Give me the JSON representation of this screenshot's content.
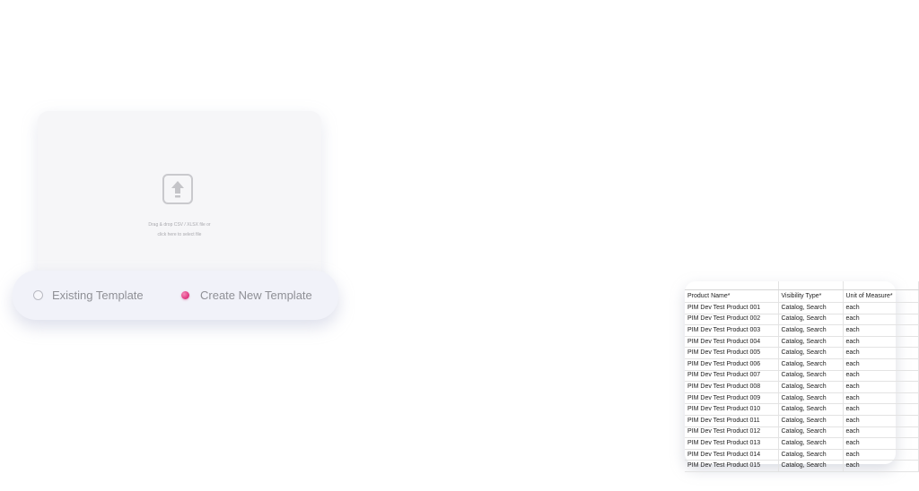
{
  "upload": {
    "icon": "upload-arrow-icon",
    "hint_line_1": "Drag & drop CSV / XLSX file or",
    "hint_line_2": "click here to select file"
  },
  "template_options": [
    {
      "label": "Existing Template",
      "selected": false
    },
    {
      "label": "Create New Template",
      "selected": true
    }
  ],
  "colors": {
    "accent": "#e23d84",
    "pill_background": "#f1f2f9",
    "card_background": "#f6f6f8"
  },
  "sheet": {
    "headers": [
      "Product Name*",
      "Visibility Type*",
      "Unit of Measure*"
    ],
    "rows": [
      [
        "PIM Dev Test Product 001",
        "Catalog, Search",
        "each"
      ],
      [
        "PIM Dev Test Product 002",
        "Catalog, Search",
        "each"
      ],
      [
        "PIM Dev Test Product 003",
        "Catalog, Search",
        "each"
      ],
      [
        "PIM Dev Test Product 004",
        "Catalog, Search",
        "each"
      ],
      [
        "PIM Dev Test Product 005",
        "Catalog, Search",
        "each"
      ],
      [
        "PIM Dev Test Product 006",
        "Catalog, Search",
        "each"
      ],
      [
        "PIM Dev Test Product 007",
        "Catalog, Search",
        "each"
      ],
      [
        "PIM Dev Test Product 008",
        "Catalog, Search",
        "each"
      ],
      [
        "PIM Dev Test Product 009",
        "Catalog, Search",
        "each"
      ],
      [
        "PIM Dev Test Product 010",
        "Catalog, Search",
        "each"
      ],
      [
        "PIM Dev Test Product 011",
        "Catalog, Search",
        "each"
      ],
      [
        "PIM Dev Test Product 012",
        "Catalog, Search",
        "each"
      ],
      [
        "PIM Dev Test Product 013",
        "Catalog, Search",
        "each"
      ],
      [
        "PIM Dev Test Product 014",
        "Catalog, Search",
        "each"
      ],
      [
        "PIM Dev Test Product 015",
        "Catalog, Search",
        "each"
      ]
    ]
  }
}
